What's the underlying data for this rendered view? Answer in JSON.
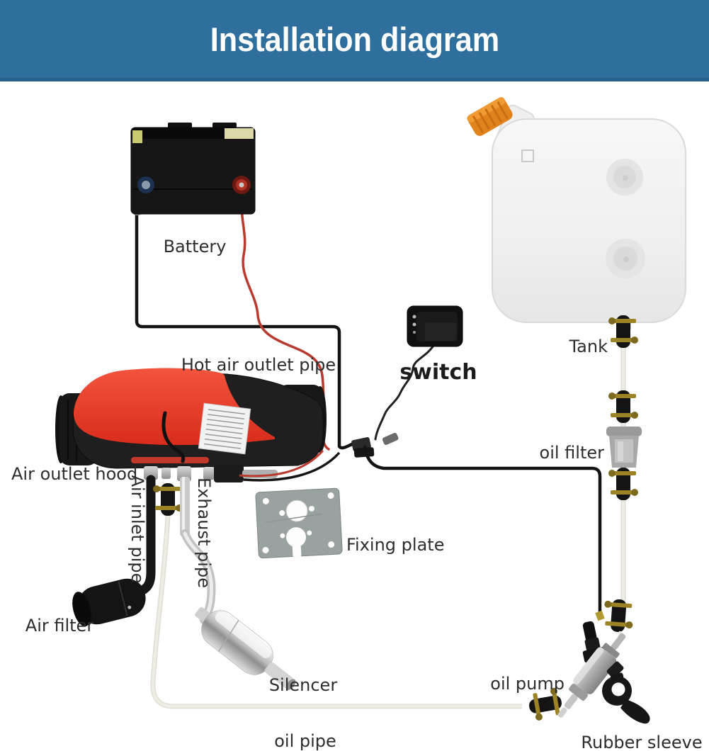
{
  "header": {
    "title": "Installation diagram"
  },
  "labels": {
    "battery": "Battery",
    "tank": "Tank",
    "switch": "switch",
    "hot_air_outlet_pipe": "Hot air outlet pipe",
    "air_outlet_hood": "Air outlet hood",
    "air_inlet_pipe": "Air inlet pipe",
    "exhaust_pipe": "Exhaust pipe",
    "air_filter": "Air filter",
    "fixing_plate": "Fixing plate",
    "silencer": "Silencer",
    "oil_pipe": "oil pipe",
    "oil_filter": "oil filter",
    "oil_pump": "oil pump",
    "rubber_sleeve": "Rubber sleeve"
  },
  "colors": {
    "header_bg": "#2e6f9e",
    "header_border": "#27618b",
    "heater_red": "#e23a28",
    "tank_cap_orange": "#e0831c",
    "wire_red": "#b93a2e",
    "label_text": "#2d2d2d"
  }
}
